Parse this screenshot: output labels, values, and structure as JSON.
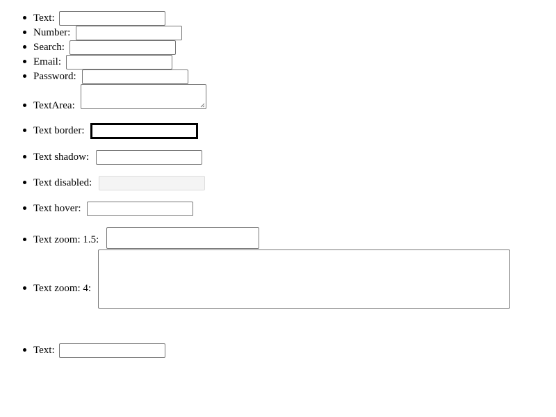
{
  "items": [
    {
      "label": "Text:",
      "type": "text"
    },
    {
      "label": "Number:",
      "type": "number"
    },
    {
      "label": "Search:",
      "type": "search"
    },
    {
      "label": "Email:",
      "type": "email"
    },
    {
      "label": "Password:",
      "type": "password"
    },
    {
      "label": "TextArea:",
      "type": "textarea"
    },
    {
      "label": "Text border:",
      "type": "text"
    },
    {
      "label": "Text shadow:",
      "type": "text"
    },
    {
      "label": "Text disabled:",
      "type": "text"
    },
    {
      "label": "Text hover:",
      "type": "text"
    },
    {
      "label": "Text zoom: 1.5:",
      "type": "text"
    },
    {
      "label": "Text zoom: 4:",
      "type": "text"
    },
    {
      "label": "Text:",
      "type": "text"
    }
  ]
}
